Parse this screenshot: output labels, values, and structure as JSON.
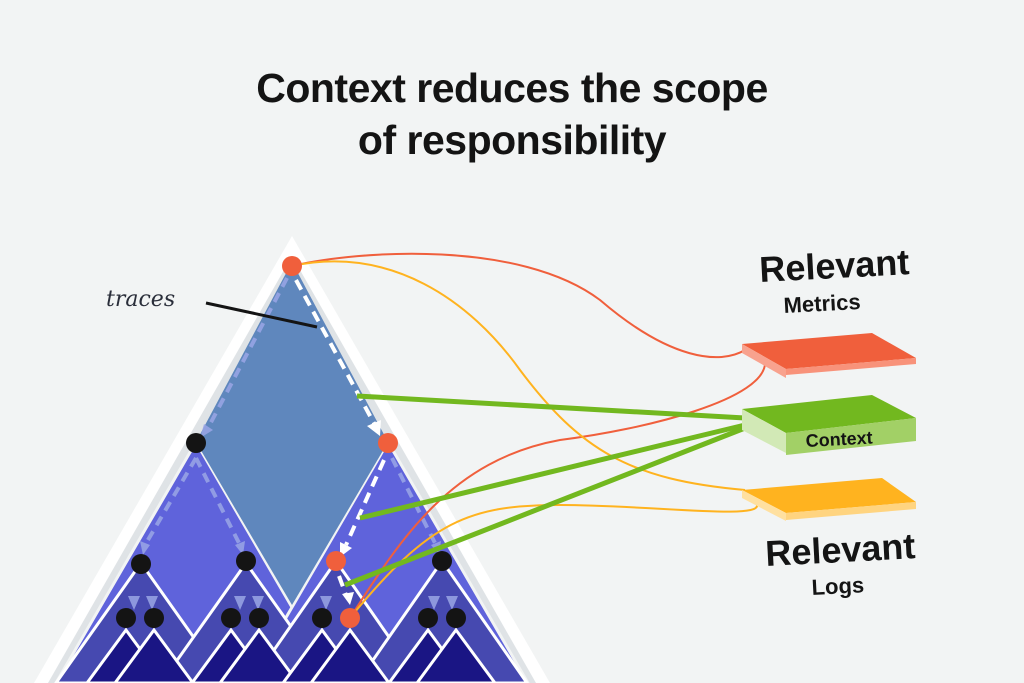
{
  "title": {
    "line1": "Context reduces the scope",
    "line2": "of responsibility"
  },
  "labels": {
    "traces": "traces",
    "metrics_top": "Relevant",
    "metrics_bottom": "Metrics",
    "context": "Context",
    "logs_top": "Relevant",
    "logs_bottom": "Logs"
  },
  "colors": {
    "background": "#f2f4f4",
    "tree_top": "#5f87bd",
    "tree_mid": "#5f63db",
    "tree_low": "#4649b0",
    "tree_leaf": "#1a1584",
    "node_default": "#141414",
    "node_highlight": "#f05f3c",
    "metrics": "#f05f3c",
    "context": "#72b81f",
    "logs": "#ffb31f"
  }
}
